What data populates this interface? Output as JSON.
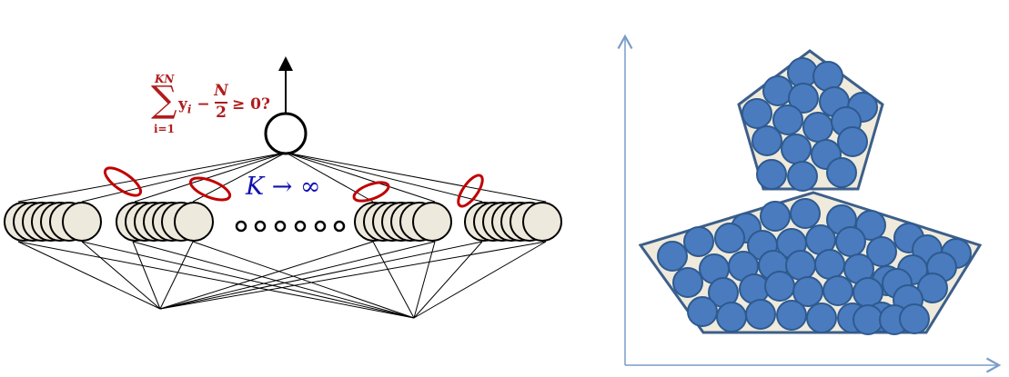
{
  "network_panel": {
    "formula": {
      "sum_upper": "KN",
      "sum_lower": "i=1",
      "summand": "y",
      "summand_sub": "i",
      "minus": "−",
      "frac_num": "N",
      "frac_den": "2",
      "rhs": "≥ 0?"
    },
    "limit_label": "K → ∞",
    "colors": {
      "formula": "#b01c1c",
      "limit_label": "#1010b0",
      "node_fill": "#ede9dc",
      "synapse_ellipse": "#c00000",
      "line": "#000000"
    }
  },
  "packing_panel": {
    "colors": {
      "axes": "#7a9cc8",
      "circle_fill": "#4a7bbf",
      "circle_stroke": "#2e5a8e",
      "polygon_fill": "#efeadc",
      "polygon_stroke": "#3c5f8a"
    }
  }
}
